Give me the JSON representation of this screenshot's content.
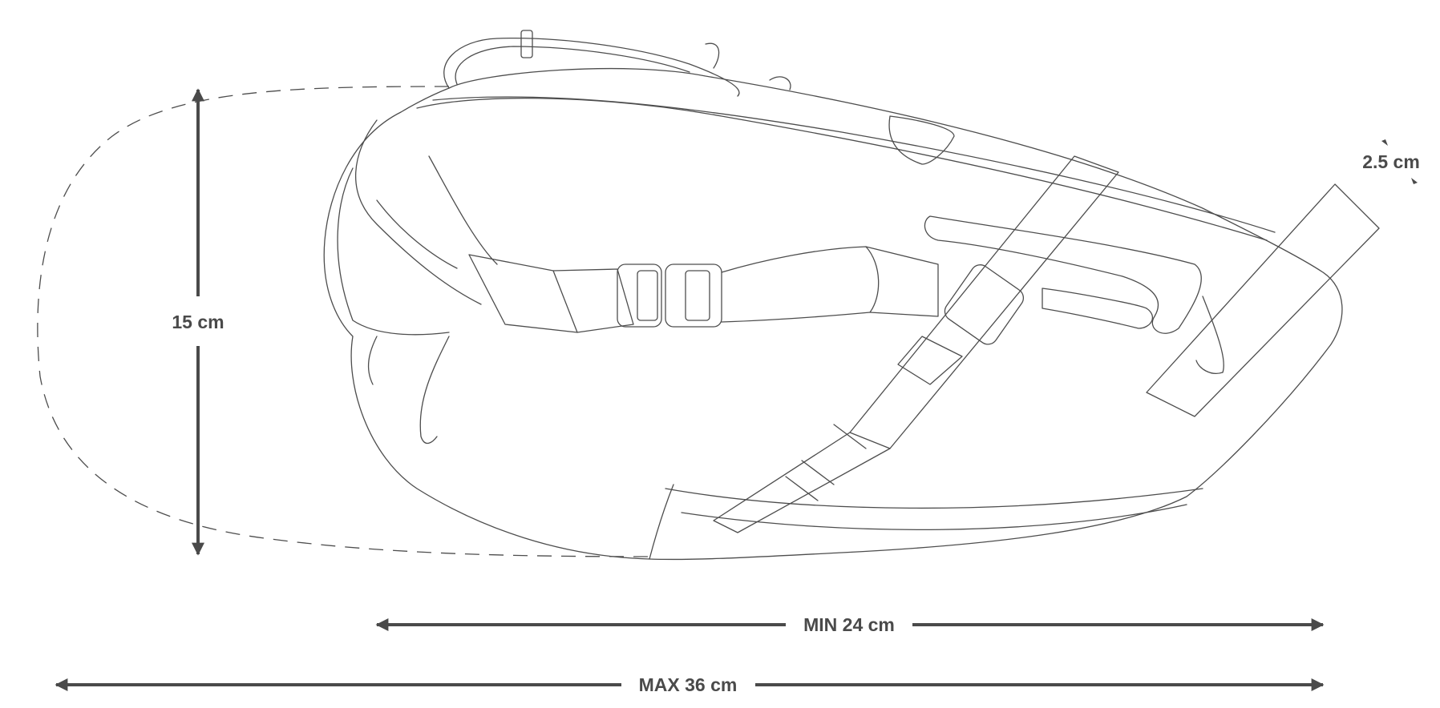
{
  "dimensions": {
    "height_label": "15 cm",
    "thickness_label": "2.5 cm",
    "min_length_label": "MIN 24 cm",
    "max_length_label": "MAX 36 cm"
  },
  "colors": {
    "line": "#4d4d4d",
    "dimension": "#4a4a4a",
    "background": "#ffffff"
  }
}
